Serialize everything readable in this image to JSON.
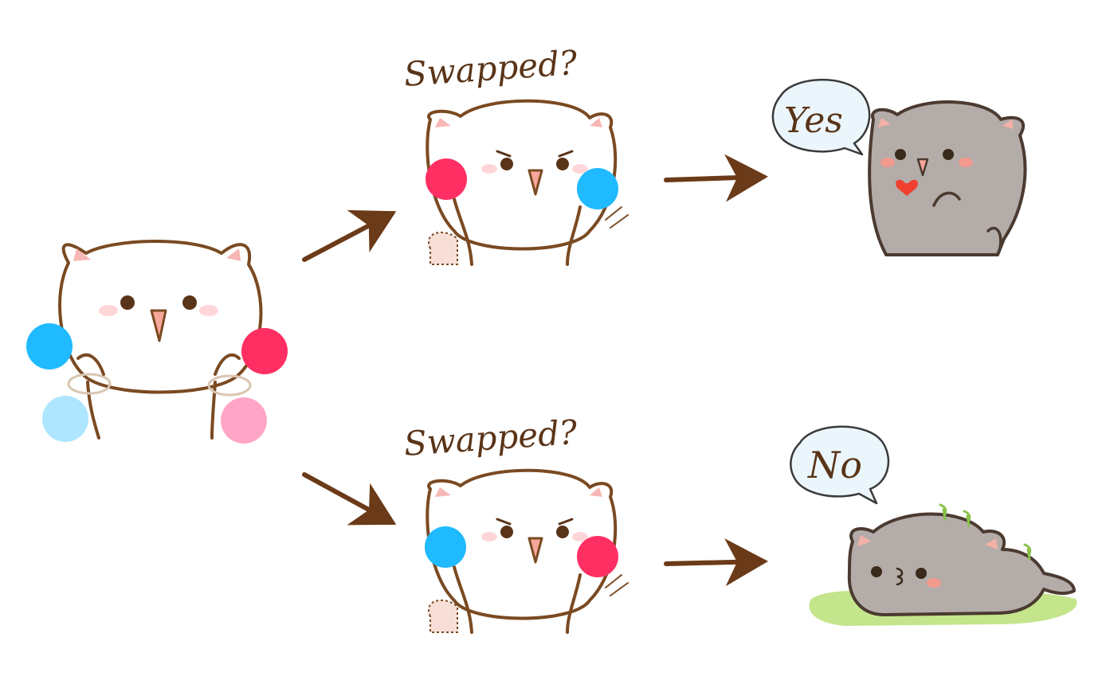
{
  "labels": {
    "top_question": "Swapped?",
    "bottom_question": "Swapped?",
    "yes_answer": "Yes",
    "no_answer": "No"
  },
  "colors": {
    "outline": "#7a4a22",
    "arrow": "#6b3a18",
    "blue": "#1fbaff",
    "red": "#ff2f63",
    "light_blue": "#aee6ff",
    "light_pink": "#ffa6c7",
    "gray_cat": "#b4aca8",
    "grass": "#c4e58c"
  },
  "icons": {
    "start_cat": "white-cat-icon",
    "top_cat": "white-cat-icon",
    "bottom_cat": "white-cat-icon",
    "happy_cat": "gray-cat-heart-icon",
    "sad_cat": "gray-cat-lying-icon"
  }
}
